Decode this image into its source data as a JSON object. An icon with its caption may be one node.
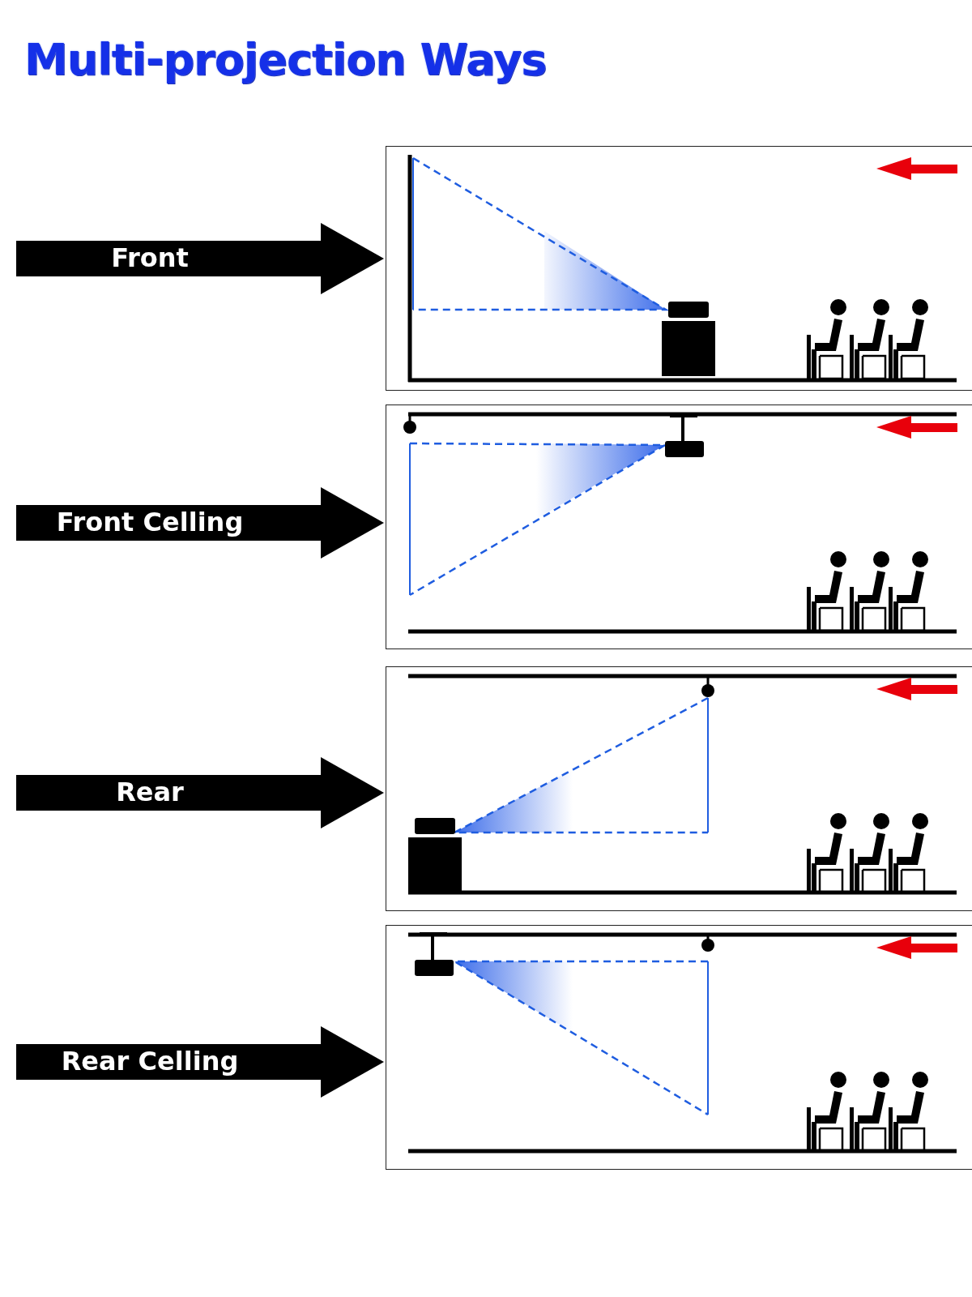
{
  "diagram": {
    "title": "Multi-projection Ways",
    "nodes": [
      {
        "text": [],
        "shape": "box"
      },
      {
        "text": [],
        "shape": "box"
      },
      {
        "text": [],
        "shape": "box"
      },
      {
        "text": [],
        "shape": "box"
      }
    ],
    "edges": [
      {
        "from": null,
        "to": 0,
        "arrow": "to",
        "label": "Front"
      },
      {
        "from": null,
        "to": 1,
        "arrow": "to",
        "label": "Front Celling"
      },
      {
        "from": null,
        "to": 2,
        "arrow": "to",
        "label": "Rear"
      },
      {
        "from": null,
        "to": 3,
        "arrow": "to",
        "label": "Rear Celling"
      }
    ]
  }
}
